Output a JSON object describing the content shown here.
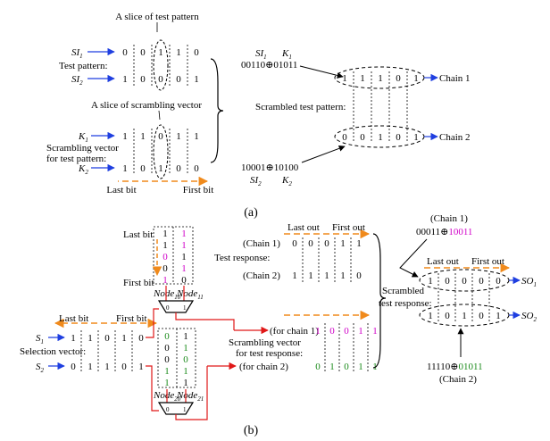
{
  "colors": {
    "blue": "#1f3fe0",
    "orange": "#f08a1c",
    "red": "#e01818",
    "magenta": "#d000c8",
    "green": "#1a8a1a",
    "black": "#000000"
  },
  "a": {
    "slice_test_label": "A slice of test pattern",
    "si1": [
      "SI",
      "1"
    ],
    "si2": [
      "SI",
      "2"
    ],
    "test_pattern_label": "Test pattern:",
    "row_si1": [
      "0",
      "0",
      "1",
      "1",
      "0"
    ],
    "row_si2": [
      "1",
      "0",
      "0",
      "0",
      "1"
    ],
    "slice_scramble_label": "A slice of scrambling vector",
    "k1": [
      "K",
      "1"
    ],
    "k2": [
      "K",
      "2"
    ],
    "row_k1": [
      "1",
      "1",
      "0",
      "1",
      "1"
    ],
    "row_k2": [
      "1",
      "0",
      "1",
      "0",
      "0"
    ],
    "scramble_vec_label_1": "Scrambling vector",
    "scramble_vec_label_2": "for test pattern:",
    "last_bit": "Last bit",
    "first_bit": "First bit",
    "top_expr_labels": [
      [
        "SI",
        "1"
      ],
      [
        "K",
        "1"
      ]
    ],
    "top_expr": [
      "00110",
      "⊕",
      "01011"
    ],
    "scrambled_label": "Scrambled test pattern:",
    "chain1_bits": [
      "1",
      "1",
      "1",
      "0",
      "1"
    ],
    "chain2_bits": [
      "0",
      "0",
      "1",
      "0",
      "1"
    ],
    "chain1": "Chain 1",
    "chain2": "Chain 2",
    "bottom_expr": [
      "10001",
      "⊕",
      "10100"
    ],
    "bottom_expr_labels": [
      [
        "SI",
        "2"
      ],
      [
        "K",
        "2"
      ]
    ],
    "caption": "(a)"
  },
  "b": {
    "top_col_last": "Last bit",
    "top_col_first": "First bit",
    "col_left": [
      "1",
      "1",
      "0",
      "0",
      "1"
    ],
    "col_right": [
      "1",
      "1",
      "1",
      "1",
      "0"
    ],
    "node10": [
      "Node",
      "10"
    ],
    "node11": [
      "Node",
      "11"
    ],
    "node20": [
      "Node",
      "20"
    ],
    "node21": [
      "Node",
      "21"
    ],
    "last_bit": "Last bit",
    "first_bit": "First bit",
    "s1": [
      "S",
      "1"
    ],
    "s2": [
      "S",
      "2"
    ],
    "row_s1": [
      "1",
      "1",
      "0",
      "1",
      "0"
    ],
    "row_s2": [
      "0",
      "1",
      "1",
      "0",
      "1"
    ],
    "selection_label": "Selection vector:",
    "bot_col_left": [
      "0",
      "0",
      "0",
      "1",
      "1"
    ],
    "bot_col_right": [
      "1",
      "1",
      "0",
      "1",
      "1"
    ],
    "last_out": "Last out",
    "first_out": "First out",
    "chain1_label": "(Chain 1)",
    "chain2_label": "(Chain 2)",
    "test_response_label": "Test response:",
    "resp_chain1": [
      "0",
      "0",
      "0",
      "1",
      "1"
    ],
    "resp_chain2": [
      "1",
      "1",
      "1",
      "1",
      "0"
    ],
    "for_chain1": "(for chain 1)",
    "for_chain2": "(for chain 2)",
    "scr_chain1": [
      "1",
      "0",
      "0",
      "1",
      "1"
    ],
    "scr_chain2": [
      "0",
      "1",
      "0",
      "1",
      "1"
    ],
    "scr_vec_label_1": "Scrambling vector",
    "scr_vec_label_2": "for test response:",
    "scrambled_resp_1": "Scrambled",
    "scrambled_resp_2": "test response:",
    "right_chain1": "(Chain 1)",
    "right_expr1": [
      "00011",
      "⊕",
      "10011"
    ],
    "right_last_out": "Last out",
    "right_first_out": "First out",
    "so_chain1": [
      "1",
      "0",
      "0",
      "0",
      "0"
    ],
    "so_chain2": [
      "1",
      "0",
      "1",
      "0",
      "1"
    ],
    "so1": [
      "SO",
      "1"
    ],
    "so2": [
      "SO",
      "2"
    ],
    "right_expr2": [
      "11110",
      "⊕",
      "01011"
    ],
    "right_chain2": "(Chain 2)",
    "caption": "(b)"
  }
}
